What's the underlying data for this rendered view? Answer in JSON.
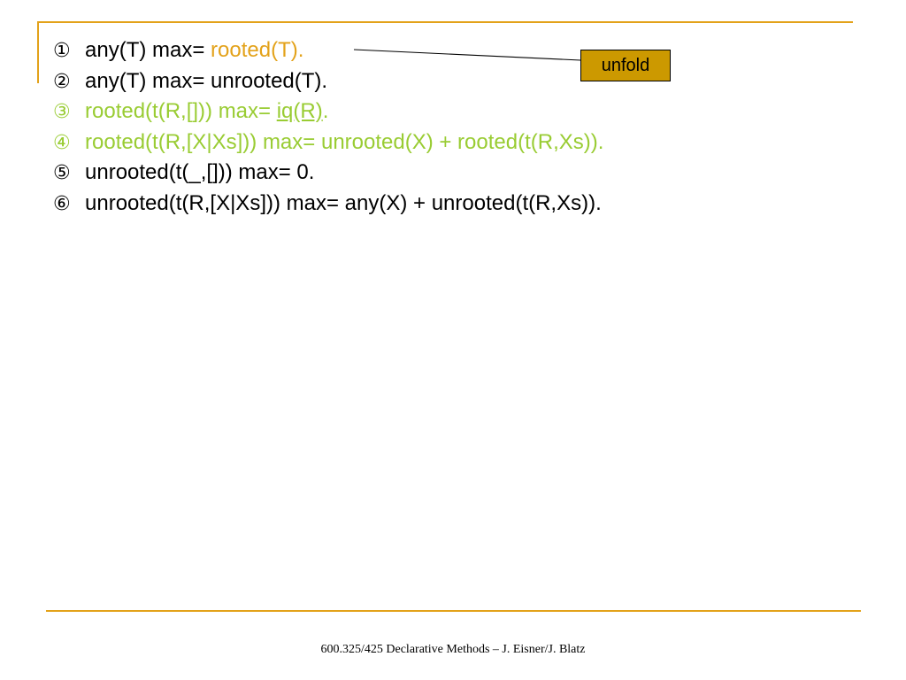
{
  "lines": [
    {
      "num": "①",
      "pre": "any(T) max= ",
      "hl": "rooted(T).",
      "post": ""
    },
    {
      "num": "②",
      "text": "any(T) max= unrooted(T)."
    },
    {
      "num": "③",
      "pre": "rooted(t(R,[])) max= ",
      "ul": "iq(R)",
      "post": "."
    },
    {
      "num": "④",
      "text": "rooted(t(R,[X|Xs])) max= unrooted(X) + rooted(t(R,Xs))."
    },
    {
      "num": "⑤",
      "text": "unrooted(t(_,[])) max= 0."
    },
    {
      "num": "⑥",
      "text": "unrooted(t(R,[X|Xs])) max= any(X) + unrooted(t(R,Xs))."
    }
  ],
  "callout": {
    "label": "unfold"
  },
  "footer": "600.325/425 Declarative Methods – J. Eisner/J. Blatz",
  "colors": {
    "accent_rule": "#e3a21a",
    "highlight_text": "#e3a21a",
    "green_text": "#99cc33",
    "callout_fill": "#cc9900"
  }
}
